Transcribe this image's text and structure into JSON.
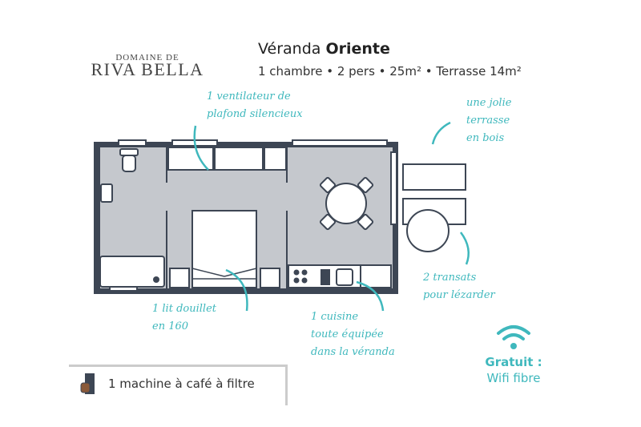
{
  "logo": {
    "line1": "DOMAINE DE",
    "line2": "RIVA BELLA"
  },
  "header": {
    "title_prefix": "Véranda ",
    "title_bold": "Oriente",
    "subtitle": "1 chambre • 2 pers • 25m² • Terrasse 14m²"
  },
  "annotations": {
    "fan": [
      "1 ventilateur de",
      "plafond silencieux"
    ],
    "terrace": [
      "une jolie",
      "terrasse",
      "en bois"
    ],
    "loungers": [
      "2 transats",
      "pour lézarder"
    ],
    "bed": [
      "1 lit douillet",
      "en 160"
    ],
    "kitchen": [
      "1 cuisine",
      "toute équipée",
      "dans la véranda"
    ]
  },
  "amenities": {
    "coffee": {
      "icon": "coffee-machine-icon",
      "label": "1 machine à café à filtre"
    },
    "wifi": {
      "icon": "wifi-icon",
      "label_bold": "Gratuit :",
      "label": "Wifi fibre"
    }
  },
  "colors": {
    "accent": "#3fb8bd",
    "wall": "#3d4654",
    "floor": "#c5c8cd"
  }
}
